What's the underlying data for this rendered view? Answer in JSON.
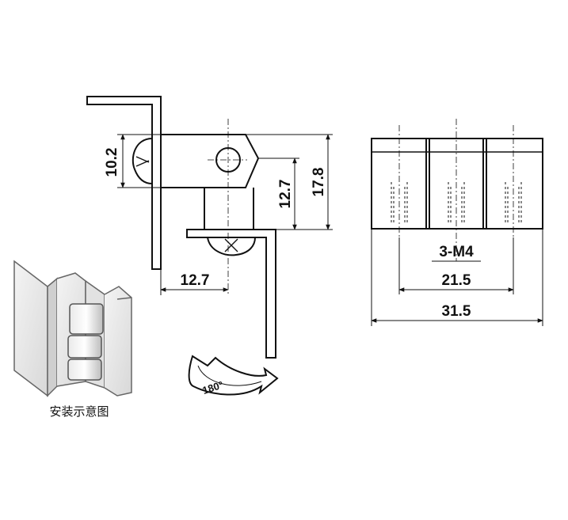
{
  "side_view": {
    "dim_10_2": "10.2",
    "dim_12_7_vertical": "12.7",
    "dim_17_8": "17.8",
    "dim_12_7_horizontal": "12.7"
  },
  "front_view": {
    "thread_label": "3-M4",
    "dim_21_5": "21.5",
    "dim_31_5": "31.5"
  },
  "rotation": {
    "angle_label": "180°"
  },
  "installation": {
    "caption": "安装示意图"
  }
}
